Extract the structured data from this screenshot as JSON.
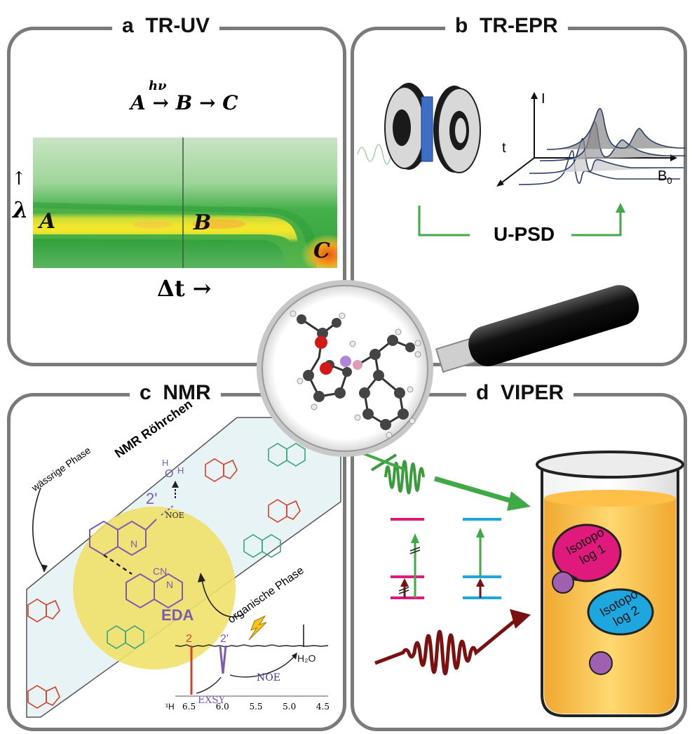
{
  "panels": {
    "a": {
      "letter": "a",
      "title": "TR-UV",
      "scheme_hv": "hν",
      "scheme": "A → B → C",
      "y_axis": "λ",
      "y_arrow": "↑",
      "x_axis": "Δt →",
      "species": {
        "a": "A",
        "b": "B",
        "c": "C"
      }
    },
    "b": {
      "letter": "b",
      "title": "TR-EPR",
      "axis_i": "I",
      "axis_t": "t",
      "axis_b": "B",
      "axis_b_sub": "0",
      "method": "U-PSD"
    },
    "c": {
      "letter": "c",
      "title": "NMR",
      "tube_label": "NMR Röhrchen",
      "aqueous": "wässrige Phase",
      "organic": "organische Phase",
      "complex": "EDA",
      "noe_label": "NOE",
      "exsy_label": "EXSY",
      "noe_label2": "NOE",
      "water": "H₂O",
      "peak2": "2",
      "peak2p": "2'",
      "cn": "CN",
      "nh": "N\nH",
      "nucleus": "¹H",
      "ppm_ticks": [
        "6.5",
        "6.0",
        "5.5",
        "5.0",
        "4.5"
      ],
      "small_num": "2"
    },
    "d": {
      "letter": "d",
      "title": "VIPER",
      "isotopolog1": "Isotopo log 1",
      "isotopolog2": "Isotopo log 2"
    }
  },
  "colors": {
    "panel_border": "#7a7a7a",
    "green_arrow": "#3faa45",
    "red_arrow": "#7a1010",
    "magenta": "#e0197d",
    "cyan": "#1ea6df",
    "purple": "#8c5fb0",
    "eda_yellow": "#efe16a",
    "tube_bg": "#e8f3f5"
  }
}
